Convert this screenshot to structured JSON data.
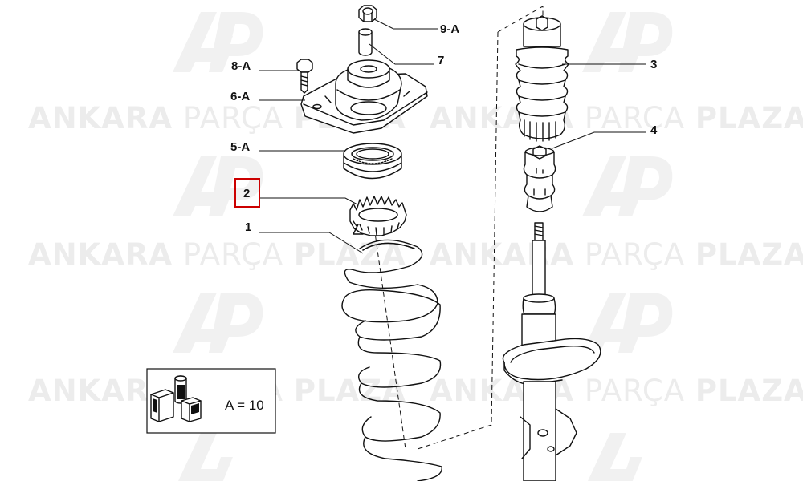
{
  "watermark": {
    "brand": "ANKARA",
    "middle": "PARÇA",
    "last": "PLAZA",
    "logo": "AP"
  },
  "callouts": [
    {
      "id": "9-A",
      "label": "9-A"
    },
    {
      "id": "7",
      "label": "7"
    },
    {
      "id": "8-A",
      "label": "8-A"
    },
    {
      "id": "6-A",
      "label": "6-A"
    },
    {
      "id": "5-A",
      "label": "5-A"
    },
    {
      "id": "2",
      "label": "2",
      "highlighted": true
    },
    {
      "id": "1",
      "label": "1"
    },
    {
      "id": "3",
      "label": "3"
    },
    {
      "id": "4",
      "label": "4"
    }
  ],
  "legend": {
    "text": "A = 10",
    "icon": "parts-kit-icon"
  },
  "colors": {
    "highlight": "#cc0000",
    "watermark": "#ececec"
  }
}
